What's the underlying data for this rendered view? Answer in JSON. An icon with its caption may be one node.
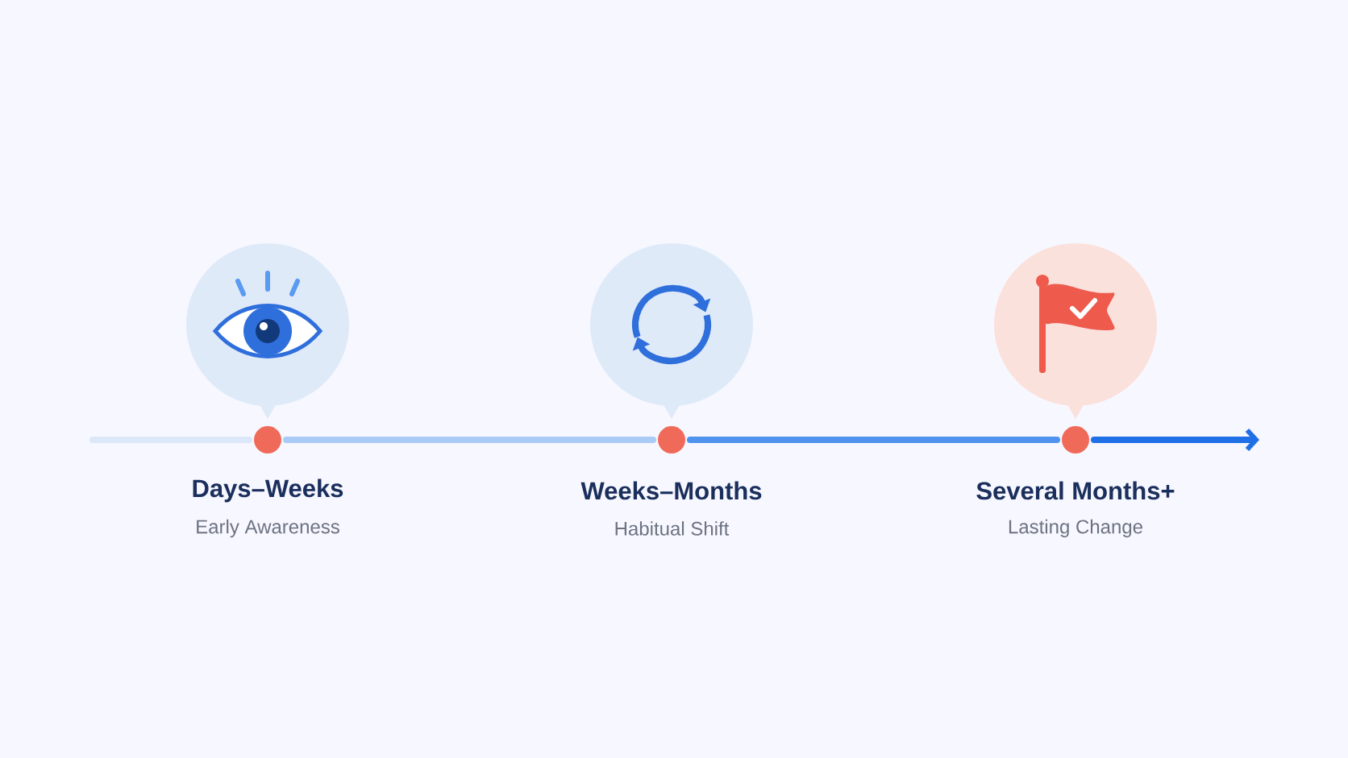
{
  "diagram": {
    "nodes": [
      {
        "text": [],
        "shape": "circle",
        "beside": [
          "Days–Weeks",
          "Early Awareness"
        ]
      },
      {
        "text": [],
        "shape": "circle",
        "beside": [
          "Weeks–Months",
          "Habitual Shift"
        ]
      },
      {
        "text": [],
        "shape": "circle",
        "beside": [
          "Several Months+",
          "Lasting Change"
        ]
      }
    ],
    "edges": [
      {
        "from": null,
        "to": 0,
        "arrow": "none",
        "color": "#dbe8fa"
      },
      {
        "from": 0,
        "to": 1,
        "arrow": "none",
        "color": "#a9cbf5"
      },
      {
        "from": 1,
        "to": 2,
        "arrow": "none",
        "color": "#4f93ee"
      },
      {
        "from": 2,
        "to": null,
        "arrow": "to",
        "color": "#1f6fe6"
      }
    ]
  }
}
